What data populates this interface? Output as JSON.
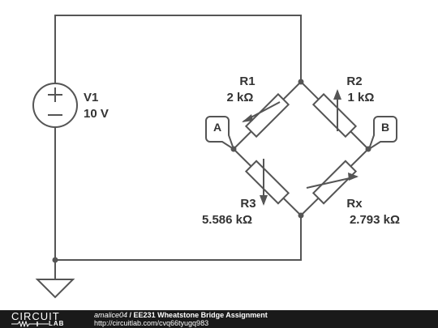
{
  "components": {
    "v1": {
      "name": "V1",
      "value": "10 V"
    },
    "r1": {
      "name": "R1",
      "value": "2 kΩ"
    },
    "r2": {
      "name": "R2",
      "value": "1 kΩ"
    },
    "r3": {
      "name": "R3",
      "value": "5.586 kΩ"
    },
    "rx": {
      "name": "Rx",
      "value": "2.793 kΩ"
    }
  },
  "probes": {
    "a": "A",
    "b": "B"
  },
  "footer": {
    "logo_top": "CIRCUIT",
    "logo_bottom": "LAB",
    "user": "amalice04",
    "separator": " / ",
    "title": "EE231 Wheatstone Bridge Assignment",
    "url": "http://circuitlab.com/cvq66tyugq983"
  },
  "colors": {
    "wire": "#555555",
    "text": "#333333",
    "footer_bg": "#1a1a1a"
  }
}
